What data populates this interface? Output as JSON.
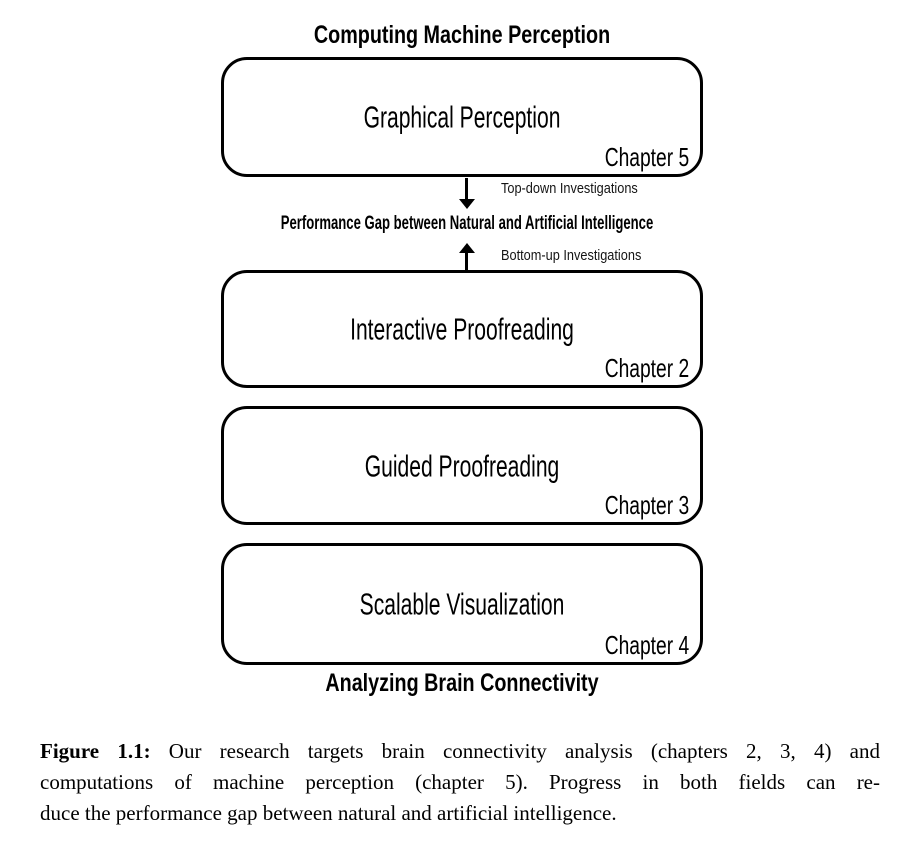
{
  "diagram": {
    "top_label": "Computing Machine Perception",
    "bottom_label": "Analyzing Brain Connectivity",
    "gap_label": "Performance Gap between Natural and Artificial Intelligence",
    "arrows": {
      "down_label": "Top-down Investigations",
      "up_label": "Bottom-up Investigations"
    },
    "boxes": [
      {
        "title": "Graphical Perception",
        "chapter": "Chapter 5"
      },
      {
        "title": "Interactive Proofreading",
        "chapter": "Chapter 2"
      },
      {
        "title": "Guided Proofreading",
        "chapter": "Chapter 3"
      },
      {
        "title": "Scalable Visualization",
        "chapter": "Chapter 4"
      }
    ],
    "colors": {
      "ink": "#000000",
      "background": "#ffffff"
    }
  },
  "caption": {
    "label": "Figure 1.1:",
    "line1_rest": " Our research targets brain connectivity analysis (chapters 2, 3, 4) and",
    "line2": "computations of machine perception (chapter 5).  Progress in both fields can re-",
    "line3": "duce the performance gap between natural and artificial intelligence."
  }
}
